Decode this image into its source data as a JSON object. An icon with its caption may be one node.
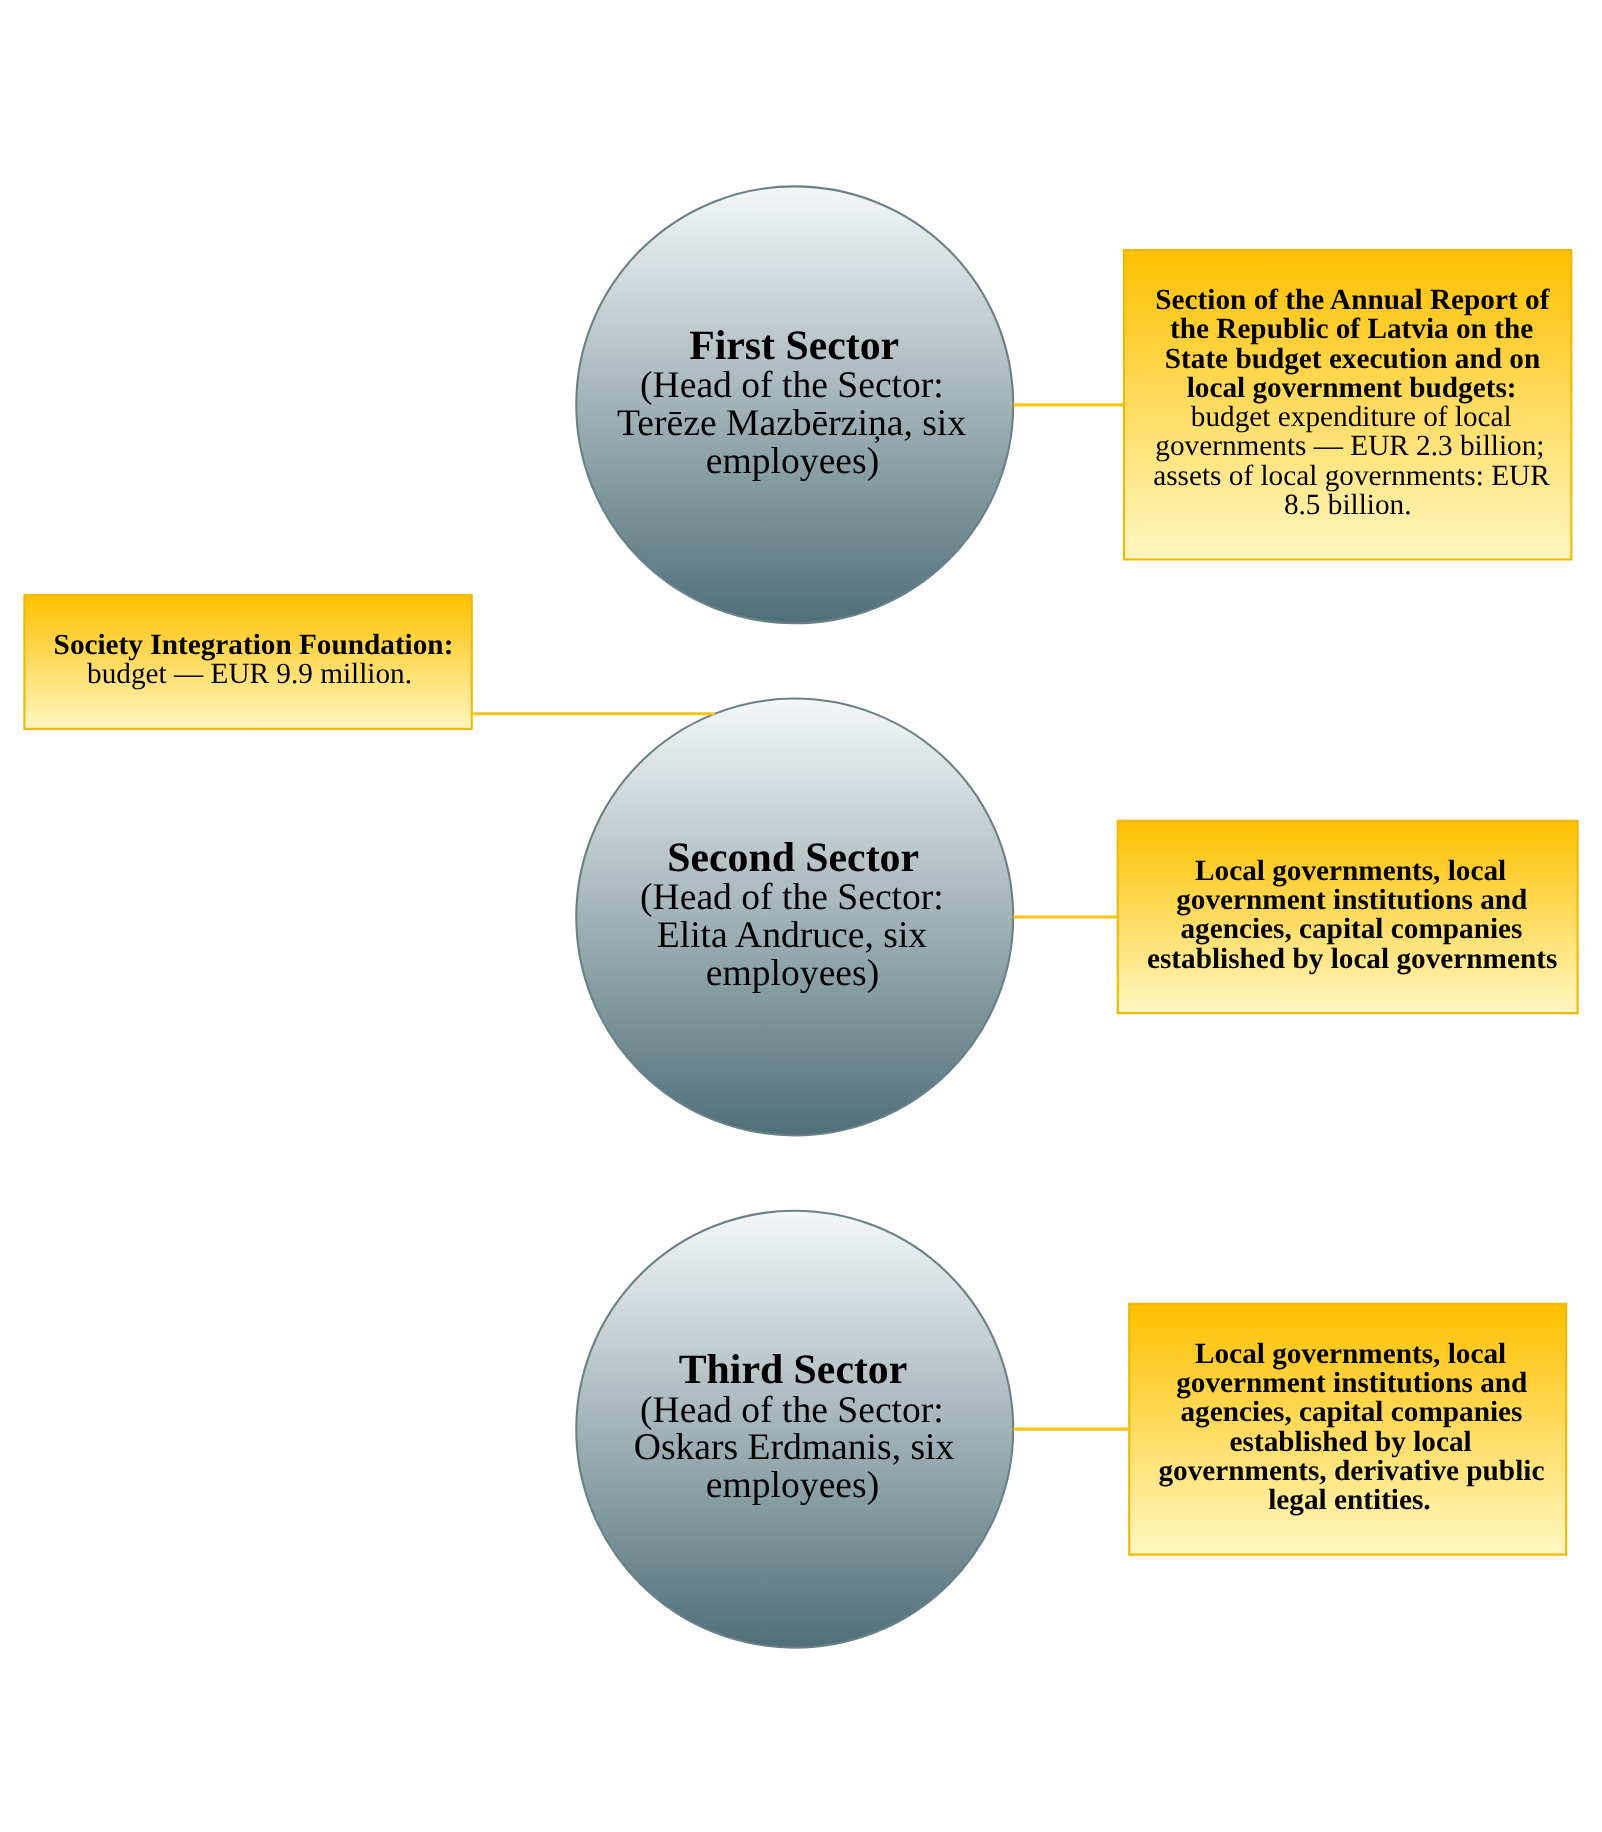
{
  "diagram": {
    "nodes": [
      {
        "text": [
          "First Sector",
          "(Head of the Sector: Terēze Mazbērziņa, six employees)"
        ]
      },
      {
        "text": [
          "Section of the Annual Report of the Republic of Latvia on the State budget execution and on local government budgets:",
          "budget expenditure of local governments — EUR 2.3 billion; assets of local governments: EUR 8.5 billion."
        ]
      },
      {
        "text": [
          "Second Sector",
          "(Head of the Sector: Elita Andruce, six employees)"
        ]
      },
      {
        "text": [
          "Society Integration Foundation:",
          "budget — EUR 9.9 million."
        ]
      },
      {
        "text": [
          "Local governments, local government institutions and agencies, capital companies established by local governments"
        ]
      },
      {
        "text": [
          "Third Sector",
          "(Head of the Sector: Oskars Erdmanis, six employees)"
        ]
      },
      {
        "text": [
          "Local governments, local government institutions and agencies, capital companies established by local governments, derivative public legal entities."
        ]
      }
    ],
    "edges": [
      {
        "from": 0,
        "to": 1,
        "arrow": "none"
      },
      {
        "from": 2,
        "to": 3,
        "arrow": "none"
      },
      {
        "from": 2,
        "to": 4,
        "arrow": "none"
      },
      {
        "from": 5,
        "to": 6,
        "arrow": "none"
      }
    ]
  }
}
